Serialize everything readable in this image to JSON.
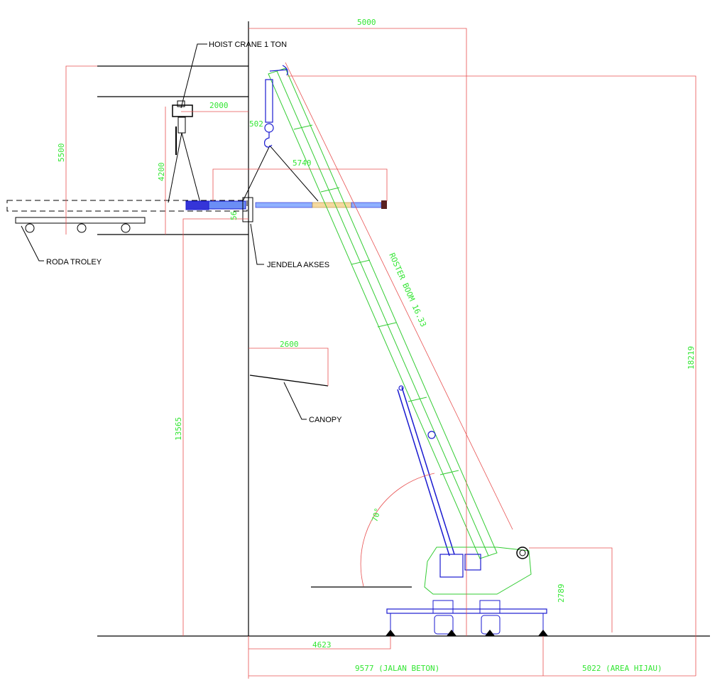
{
  "labels": {
    "hoist": "HOIST CRANE 1 TON",
    "roda_troley": "RODA TROLEY",
    "jendela_akses": "JENDELA AKSES",
    "canopy": "CANOPY",
    "boom": "ROSTER BOOM 16.33",
    "angle": "70°"
  },
  "dimensions": {
    "top_5000": "5000",
    "d_2000": "2000",
    "d_502": "502",
    "d_5740": "5740",
    "d_5500": "5500",
    "d_4200": "4200",
    "d_56": "56",
    "d_2600": "2600",
    "d_13565": "13565",
    "d_18219": "18219",
    "d_2789": "2789",
    "d_4623": "4623",
    "d_9577": "9577 (JALAN BETON)",
    "d_5022": "5022 (AREA HIJAU)"
  },
  "colors": {
    "dimension_text": "#33e633",
    "dimension_line": "#e85050",
    "crane_body": "#33cc33",
    "crane_parts": "#1a1ad0",
    "structure": "#000000"
  }
}
